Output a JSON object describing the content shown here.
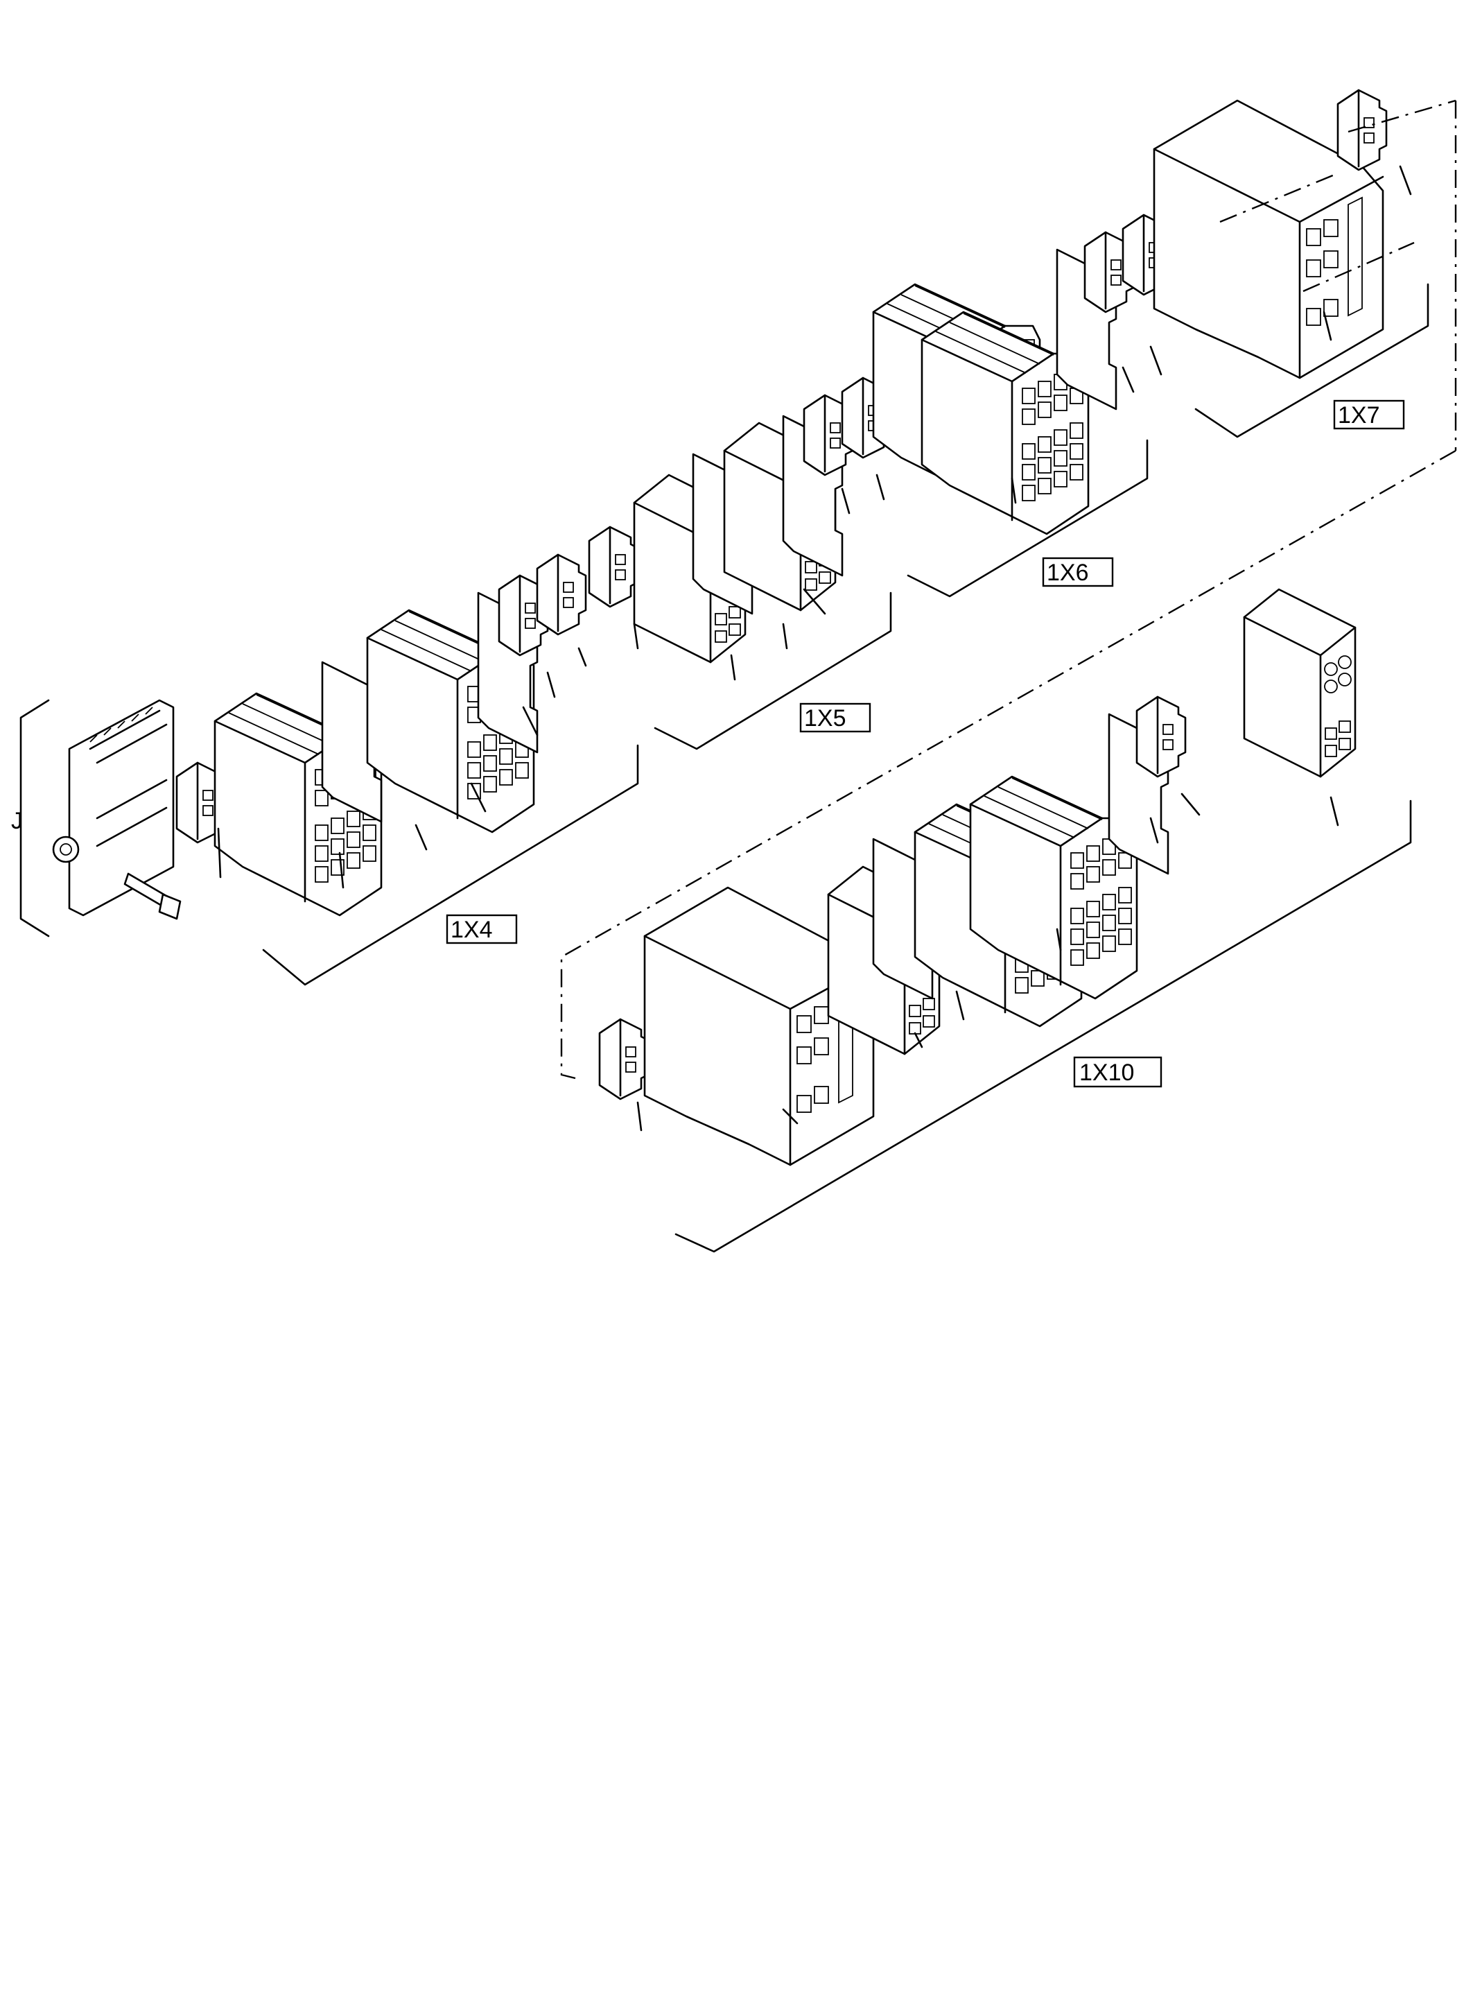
{
  "labels": {
    "j": "J",
    "x4": "1X4",
    "x5": "1X5",
    "x6": "1X6",
    "x7": "1X7",
    "x10": "1X10"
  }
}
